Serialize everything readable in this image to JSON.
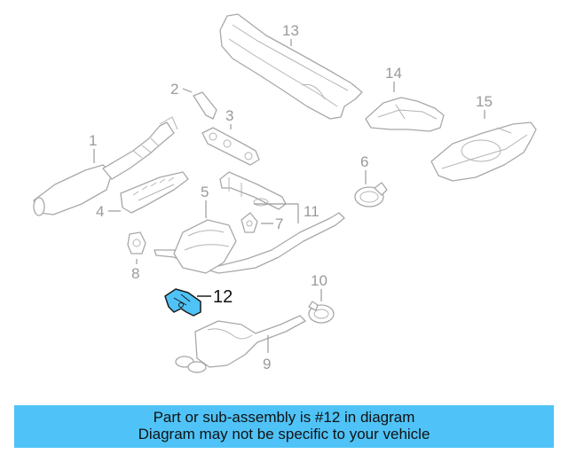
{
  "diagram": {
    "highlight_color": "#4fc3f7",
    "highlighted_part": "12",
    "callouts": {
      "c1": "1",
      "c2": "2",
      "c3": "3",
      "c4": "4",
      "c5": "5",
      "c6": "6",
      "c7": "7",
      "c8": "8",
      "c9": "9",
      "c10": "10",
      "c11": "11",
      "c12": "12",
      "c13": "13",
      "c14": "14",
      "c15": "15"
    }
  },
  "banner": {
    "line1": "Part or sub-assembly is #12 in diagram",
    "line2": "Diagram may not be specific to your vehicle",
    "background": "#4fc3f7"
  }
}
